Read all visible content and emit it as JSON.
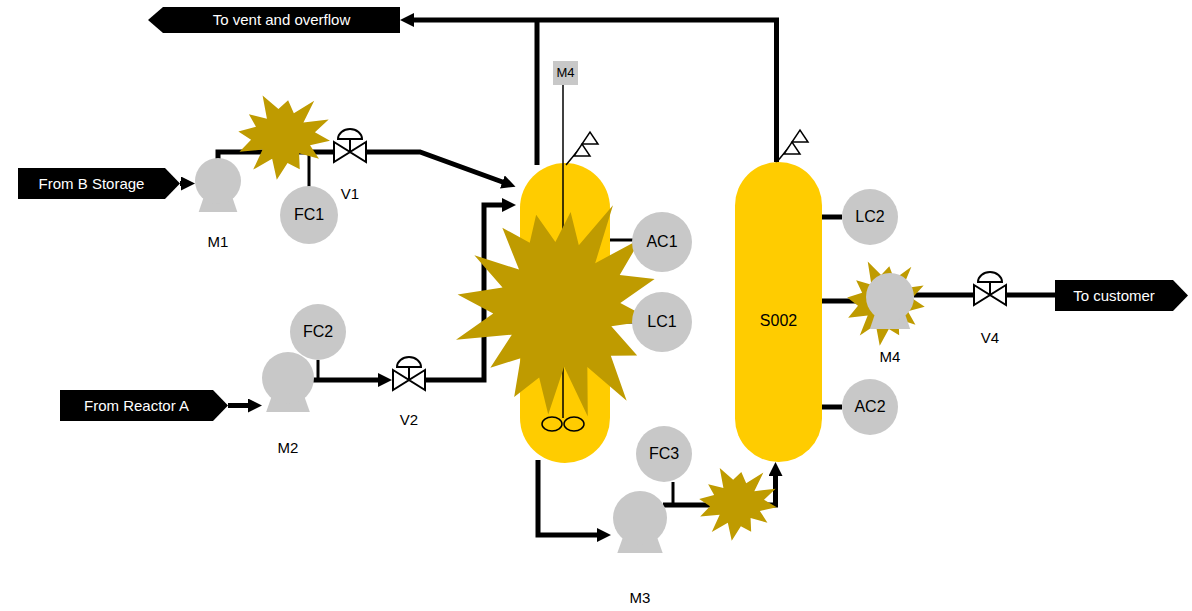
{
  "diagram": {
    "nodes": [
      {
        "text": [
          "To vent and overflow"
        ]
      },
      {
        "text": [
          "M4"
        ]
      },
      {
        "text": [
          "From B Storage"
        ]
      },
      {
        "text": [
          "M1"
        ]
      },
      {
        "text": [
          "FC1"
        ]
      },
      {
        "text": [
          "V1"
        ]
      },
      {
        "text": [
          "AC1"
        ]
      },
      {
        "text": [
          "LC1"
        ]
      },
      {
        "text": [
          "S002"
        ]
      },
      {
        "text": [
          "LC2"
        ]
      },
      {
        "text": [
          "M4"
        ]
      },
      {
        "text": [
          "V4"
        ]
      },
      {
        "text": [
          "To customer"
        ]
      },
      {
        "text": [
          "AC2"
        ]
      },
      {
        "text": [
          "FC2"
        ]
      },
      {
        "text": [
          "From Reactor A"
        ]
      },
      {
        "text": [
          "M2"
        ]
      },
      {
        "text": [
          "V2"
        ]
      },
      {
        "text": [
          "FC3"
        ]
      },
      {
        "text": [
          "M3"
        ]
      }
    ],
    "edges": [
      {
        "from": 8,
        "to": 0,
        "arrow": "to"
      },
      {
        "from": 2,
        "to": 3,
        "arrow": "to"
      },
      {
        "from": 3,
        "to": 5,
        "arrow": "none"
      },
      {
        "from": 15,
        "to": 16,
        "arrow": "to"
      },
      {
        "from": 16,
        "to": 17,
        "arrow": "to"
      },
      {
        "from": 19,
        "to": 8,
        "arrow": "to"
      },
      {
        "from": 8,
        "to": 9,
        "arrow": "none"
      },
      {
        "from": 8,
        "to": 10,
        "arrow": "none"
      },
      {
        "from": 10,
        "to": 11,
        "arrow": "none"
      },
      {
        "from": 11,
        "to": 12,
        "arrow": "none"
      },
      {
        "from": 8,
        "to": 13,
        "arrow": "none"
      }
    ]
  }
}
